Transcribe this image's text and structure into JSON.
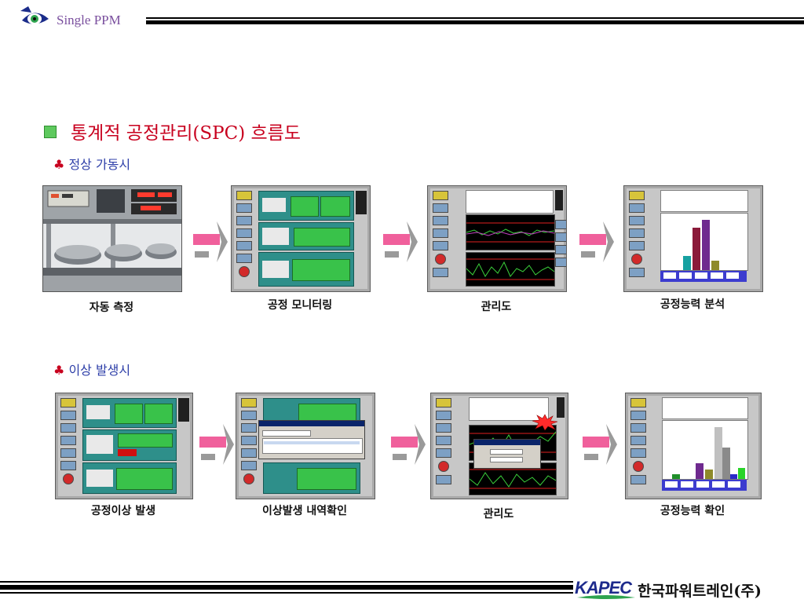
{
  "header": {
    "title": "Single PPM"
  },
  "section": {
    "title": "통계적 공정관리(SPC) 흐름도"
  },
  "normal": {
    "label": "정상 가동시",
    "steps": [
      "자동 측정",
      "공정 모니터링",
      "관리도",
      "공정능력 분석"
    ]
  },
  "abnormal": {
    "label": "이상 발생시",
    "steps": [
      "공정이상 발생",
      "이상발생 내역확인",
      "관리도",
      "공정능력 확인"
    ]
  },
  "footer": {
    "logo": "KAPEC",
    "company": "한국파워트레인(주)"
  },
  "colors": {
    "title": "#c8001e",
    "subtitle": "#2d3ea8",
    "bullet": "#5ec95e",
    "arrow_fill": "#f0609c",
    "arrow_outline": "#9a9a9a",
    "screen_panel": "#2e8f8a"
  },
  "icons": {
    "club": "♣"
  }
}
